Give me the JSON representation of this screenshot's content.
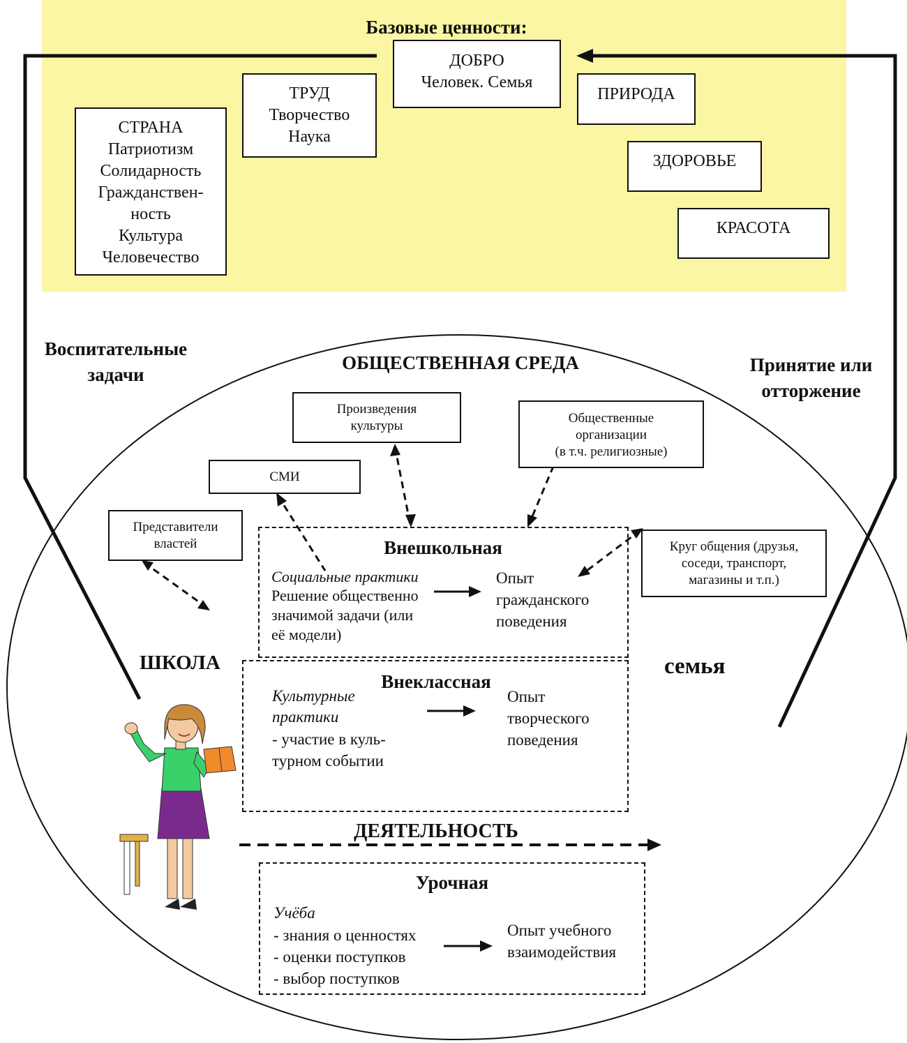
{
  "base_values": {
    "title": "Базовые  ценности:",
    "dobro": [
      "ДОБРО",
      "Человек. Семья"
    ],
    "trud": [
      "ТРУД",
      "Творчество",
      "Наука"
    ],
    "strana": [
      "СТРАНА",
      "Патриотизм",
      "Солидарность",
      "Гражданствен-",
      "ность",
      "Культура",
      "Человечество"
    ],
    "priroda": "ПРИРОДА",
    "zdorovye": "ЗДОРОВЬЕ",
    "krasota": "КРАСОТА"
  },
  "side_labels": {
    "left": [
      "Воспитательные",
      "задачи"
    ],
    "right": [
      "Принятие или",
      "отторжение"
    ]
  },
  "environment": {
    "title": "ОБЩЕСТВЕННАЯ СРЕДА",
    "culture": [
      "Произведения",
      "культуры"
    ],
    "orgs": [
      "Общественные",
      "организации",
      "(в т.ч. религиозные)"
    ],
    "media": "СМИ",
    "authorities": [
      "Представители",
      "властей"
    ],
    "circle": [
      "Круг общения (друзья,",
      "соседи, транспорт,",
      "магазины и т.п.)"
    ]
  },
  "extracurricular": {
    "title": "Внешкольная",
    "practice_title": "Социальные  практики",
    "practice_text": [
      "Решение общественно",
      "значимой задачи (или",
      "её модели)"
    ],
    "experience": [
      "Опыт",
      "гражданского",
      "поведения"
    ]
  },
  "school_label": "ШКОЛА",
  "family_label": "семья",
  "afterclass": {
    "title": "Внеклассная",
    "practice_title": [
      "Культурные",
      "практики"
    ],
    "practice_text": [
      "- участие в куль-",
      "турном событии"
    ],
    "experience": [
      "Опыт",
      "творческого",
      "поведения"
    ]
  },
  "activity_label": "ДЕЯТЕЛЬНОСТЬ",
  "lesson": {
    "title": "Урочная",
    "study_title": "Учёба",
    "items": [
      "- знания о ценностях",
      "- оценки поступков",
      "- выбор поступков"
    ],
    "experience": [
      "Опыт  учебного",
      "взаимодействия"
    ]
  },
  "colors": {
    "values_bg": "#faf6a3",
    "line": "#111111",
    "teacher_shirt": "#3ad06a",
    "teacher_skirt": "#7a2a8c",
    "teacher_hair": "#c98a3a"
  }
}
